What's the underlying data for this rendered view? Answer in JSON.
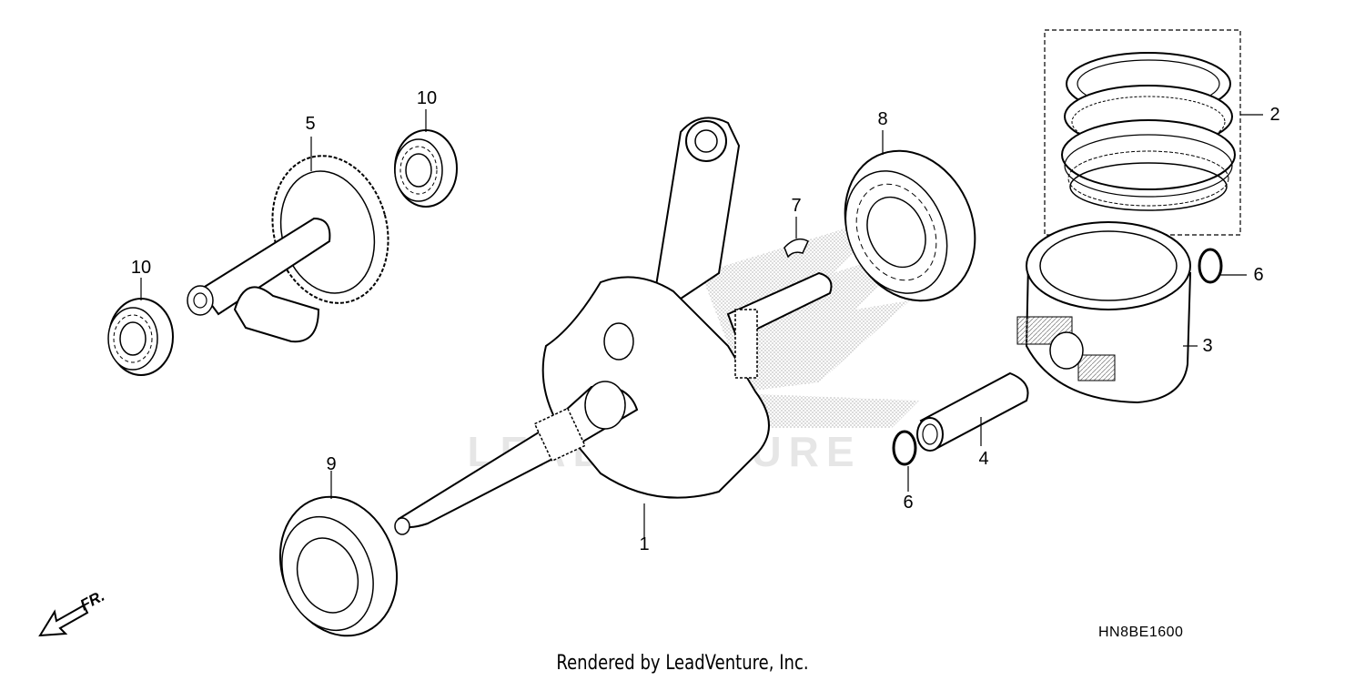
{
  "callouts": {
    "c1": "1",
    "c2": "2",
    "c3": "3",
    "c4": "4",
    "c5": "5",
    "c6a": "6",
    "c6b": "6",
    "c7": "7",
    "c8": "8",
    "c9": "9",
    "c10a": "10",
    "c10b": "10"
  },
  "diagram_code": "HN8BE1600",
  "front_marker": "FR.",
  "credit": "Rendered by LeadVenture, Inc.",
  "watermark": "LEADVENTURE"
}
